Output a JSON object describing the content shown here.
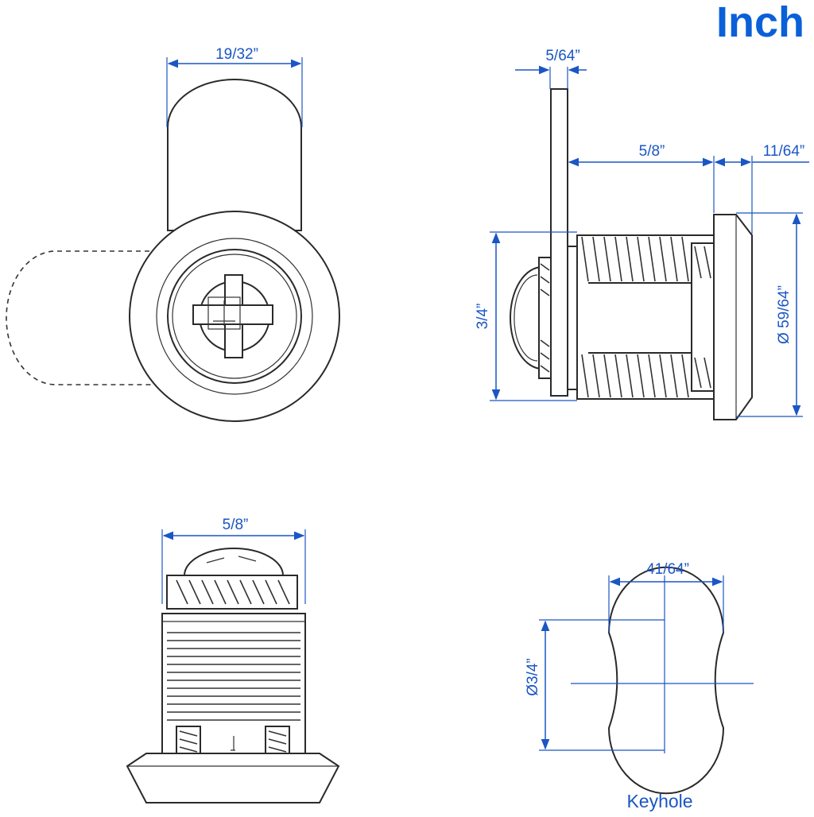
{
  "title": "Inch",
  "dimensions": {
    "front_width": "19/32”",
    "flange_thickness": "5/64”",
    "body_length": "5/8”",
    "nut_width": "11/64”",
    "side_height": "3/4”",
    "flange_diameter": "Ø 59/64”",
    "bottom_width": "5/8”",
    "keyhole_width": "41/64”",
    "keyhole_height": "Ø3/4”"
  },
  "keyhole_label": "Keyhole",
  "colors": {
    "dimension": "#1a56c4",
    "title": "#0a60d8",
    "outline": "#2a2a2a"
  }
}
